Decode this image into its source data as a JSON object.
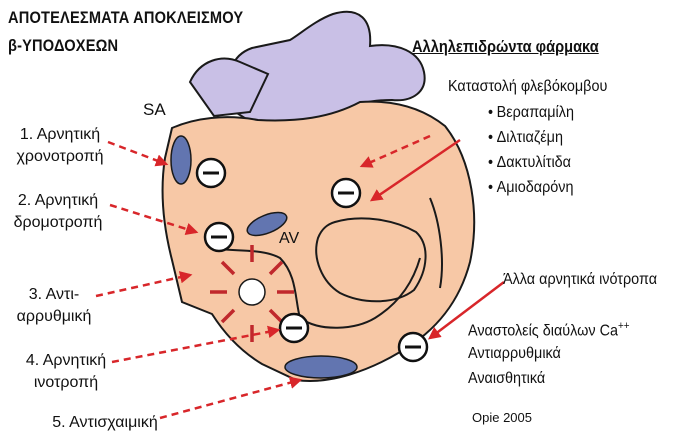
{
  "title": {
    "line1": "ΑΠΟΤΕΛΕΣΜΑΤΑ ΑΠΟΚΛΕΙΣΜΟΥ",
    "line2": "β-ΥΠΟΔΟΧΕΩΝ"
  },
  "interacting_header": "Αλληλεπιδρώντα φάρμακα",
  "node_labels": {
    "sa": "SA",
    "av": "AV"
  },
  "effects": [
    {
      "line1": "1. Αρνητική",
      "line2": "χρονοτροπή"
    },
    {
      "line1": "2. Αρνητική",
      "line2": "δρομοτροπή"
    },
    {
      "line1": "3. Αντι-",
      "line2": "αρρυθμική"
    },
    {
      "line1": "4. Αρνητική",
      "line2": "ινοτροπή"
    },
    {
      "line1": "5. Αντισχαιμική",
      "line2": ""
    }
  ],
  "sinus_suppression": {
    "heading": "Καταστολή φλεβόκομβου",
    "drugs": [
      "Βεραπαμίλη",
      "Διλτιαζέμη",
      "Δακτυλίτιδα",
      "Αμιοδαρόνη"
    ]
  },
  "other_inotropes": {
    "heading": "Άλλα αρνητικά ινότροπα",
    "line1": "Αναστολείς διαύλων Ca",
    "line1_sup": "++",
    "line2": "Αντιαρρυθμικά",
    "line3": "Αναισθητικά"
  },
  "credit": "Opie 2005",
  "colors": {
    "heart_fill": "#f7c8a6",
    "vessel_fill": "#c9c0e6",
    "node_fill": "#6275b0",
    "arrow_red": "#d8262a",
    "burst_red": "#c0282c"
  },
  "icons": {
    "inhibition": "minus-circle-icon"
  }
}
